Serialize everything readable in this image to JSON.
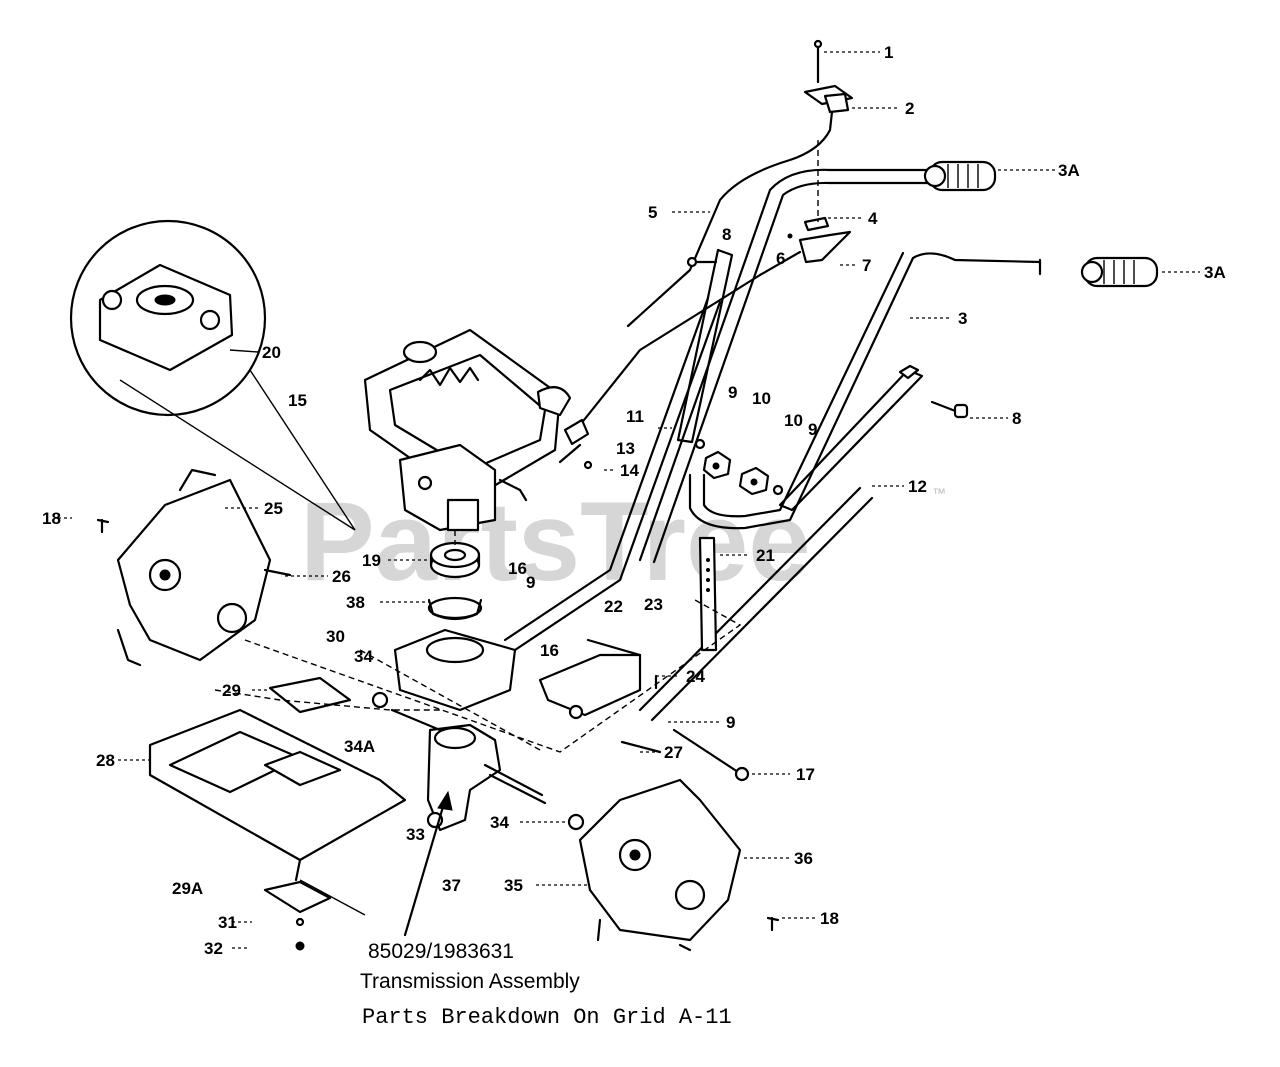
{
  "watermark": {
    "text": "PartsTree",
    "trademark": "™"
  },
  "labels": {
    "p1": "1",
    "p2": "2",
    "p3a_top": "3A",
    "p3a_bottom": "3A",
    "p3": "3",
    "p4": "4",
    "p5": "5",
    "p6": "6",
    "p7": "7",
    "p8_left": "8",
    "p8_right": "8",
    "p9_a": "9",
    "p9_b": "9",
    "p9_c": "9",
    "p9_d": "9",
    "p10_a": "10",
    "p10_b": "10",
    "p11": "11",
    "p12": "12",
    "p13": "13",
    "p14": "14",
    "p15": "15",
    "p16_a": "16",
    "p16_b": "16",
    "p17": "17",
    "p18_left": "18",
    "p18_right": "18",
    "p19": "19",
    "p20": "20",
    "p21": "21",
    "p22": "22",
    "p23": "23",
    "p24": "24",
    "p25": "25",
    "p26": "26",
    "p27": "27",
    "p28": "28",
    "p29": "29",
    "p29a": "29A",
    "p30": "30",
    "p31": "31",
    "p32": "32",
    "p33": "33",
    "p34_a": "34",
    "p34_b": "34",
    "p34a": "34A",
    "p35": "35",
    "p36": "36",
    "p37": "37",
    "p38": "38"
  },
  "caption": {
    "part_number": "85029/1983631",
    "title": "Transmission Assembly",
    "note": "Parts Breakdown On Grid A-11"
  }
}
